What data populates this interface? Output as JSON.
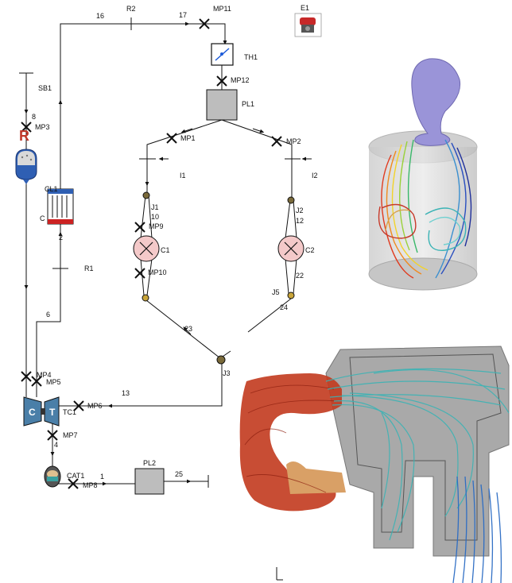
{
  "labels": {
    "pipe_16": "16",
    "r2": "R2",
    "pipe_17": "17",
    "mp11": "MP11",
    "e1": "E1",
    "th1": "TH1",
    "mp12": "MP12",
    "pl1": "PL1",
    "sb1": "SB1",
    "pipe_8": "8",
    "mp3": "MP3",
    "r_letter": "R",
    "mp1": "MP1",
    "mp2": "MP2",
    "i1": "I1",
    "i2": "I2",
    "cl1": "CL1",
    "c_side": "C",
    "pipe_2": "2",
    "r1": "R1",
    "j1": "J1",
    "pipe_10": "10",
    "mp9": "MP9",
    "c1": "C1",
    "mp10": "MP10",
    "j2": "J2",
    "pipe_12": "12",
    "c2": "C2",
    "pipe_22": "22",
    "j5": "J5",
    "pipe_6": "6",
    "pipe_23": "23",
    "pipe_24": "24",
    "j3": "J3",
    "mp4": "MP4",
    "mp5": "MP5",
    "pipe_13": "13",
    "mp6": "MP6",
    "tc1": "TC1",
    "tc_c": "C",
    "tc_t": "T",
    "mp7": "MP7",
    "pipe_14": "4",
    "cat1": "CAT1",
    "mp8": "MP8",
    "pipe_1": "1",
    "pl2": "PL2",
    "pipe_25": "25"
  },
  "colors": {
    "line": "#111111",
    "plenum": "#bdbdbd",
    "restriction_red": "#c0392b",
    "cooler_blue": "#2f5fb3",
    "cooler_red": "#cc2222",
    "cylinder_fill": "#f4c9c9",
    "junction": "#7a6a3a",
    "turbo": "#4a7fa8",
    "cfd_cylinder": "#d6d6d6",
    "cfd_head": "#9a94d8",
    "cfd_manifold": "#a9a9a9",
    "cfd_red": "#c23a1e",
    "cfd_cyan": "#3bb3b5",
    "cfd_blue": "#2a6bc4"
  }
}
